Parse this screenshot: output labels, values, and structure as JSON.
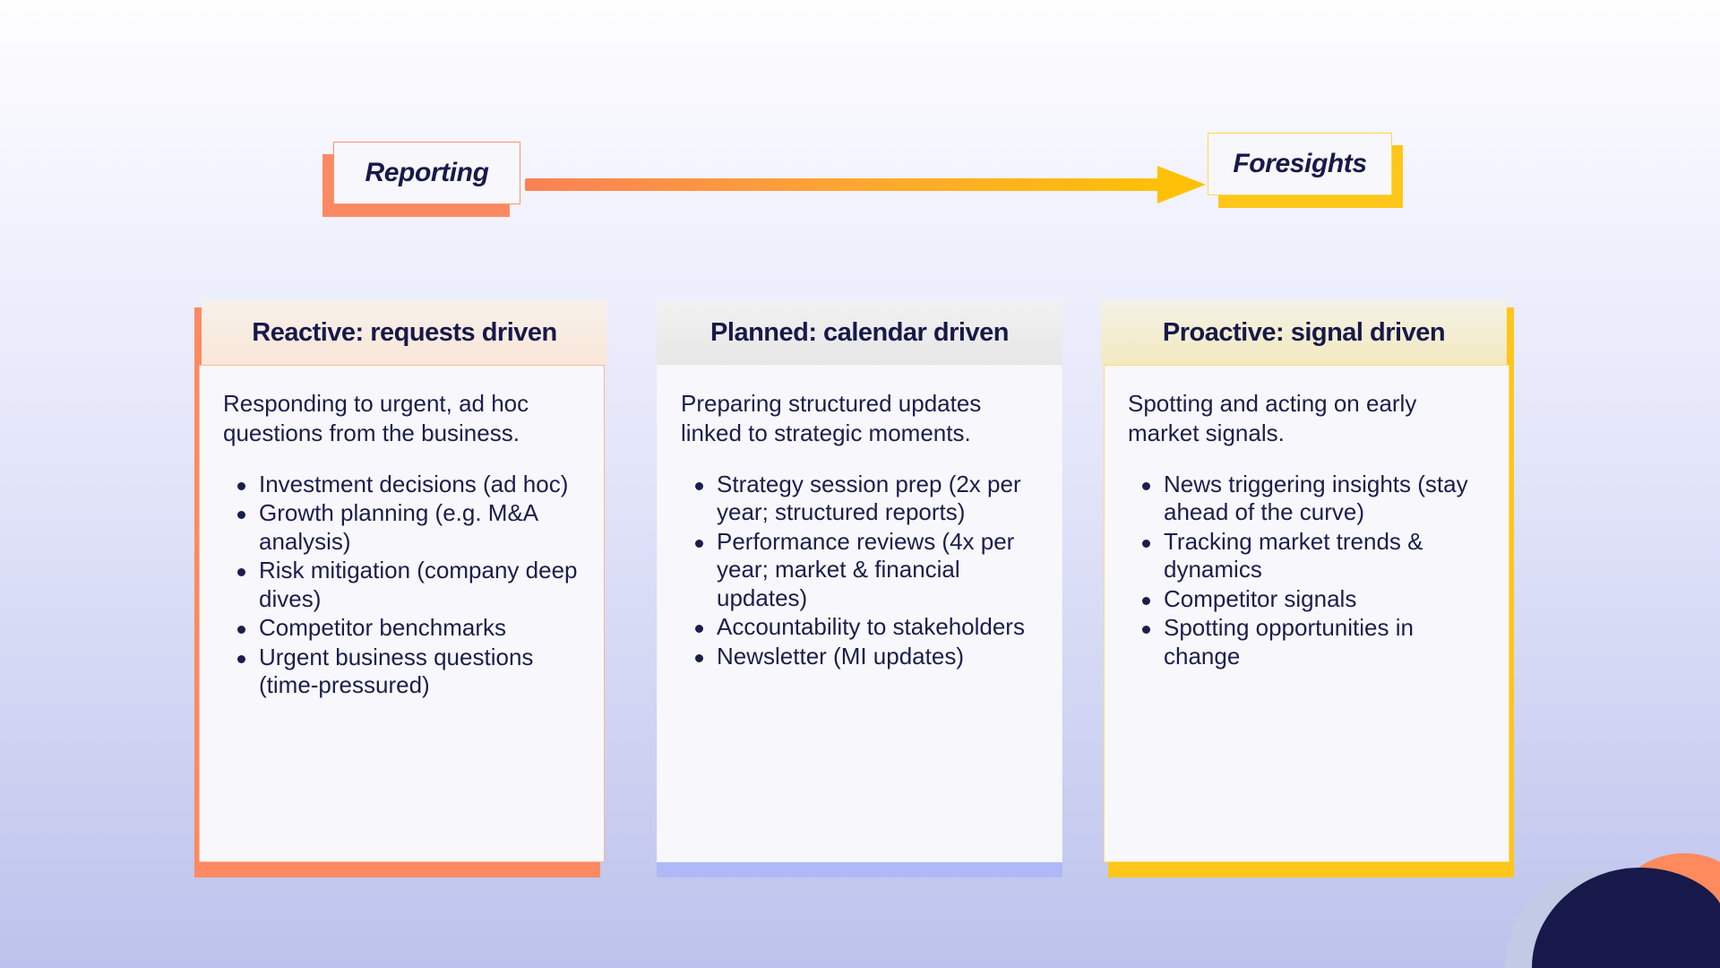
{
  "theme": {
    "navy": "#17194A",
    "text_navy": "#1B1E4B",
    "coral": "#FB8A62",
    "coral_border": "#FA9470",
    "yellow": "#FFC61A",
    "yellow_border": "#FFD556",
    "periwinkle": "#AFB8F8",
    "card_surface": "#F8F8FC",
    "background_top": "#FEFEFF",
    "background_bottom": "#BCC2EC"
  },
  "spectrum": {
    "left_label": "Reporting",
    "right_label": "Foresights",
    "arrow_from_color": "#FA8157",
    "arrow_to_color": "#FFC107"
  },
  "cards": [
    {
      "title": "Reactive: requests driven",
      "description": "Responding to urgent, ad hoc questions from the business.",
      "accent": "#FB8A62",
      "bullets": [
        "Investment decisions (ad hoc)",
        "Growth planning (e.g. M&A analysis)",
        "Risk mitigation (company deep dives)",
        "Competitor benchmarks",
        "Urgent business questions (time-pressured)"
      ]
    },
    {
      "title": "Planned: calendar driven",
      "description": "Preparing structured updates linked to strategic moments.",
      "accent": "#AFB8F8",
      "bullets": [
        "Strategy session prep (2x per year; structured reports)",
        "Performance reviews (4x per year; market & financial updates)",
        "Accountability to stakeholders",
        "Newsletter (MI updates)"
      ]
    },
    {
      "title": "Proactive: signal driven",
      "description": "Spotting and acting on early market signals.",
      "accent": "#FFC61A",
      "bullets": [
        "News triggering insights (stay ahead of the curve)",
        "Tracking market trends & dynamics",
        "Competitor signals",
        "Spotting opportunities in change"
      ]
    }
  ],
  "decoration": {
    "corner_blob_colors": [
      "#FF8A5E",
      "#C3CAE6",
      "#17194A"
    ]
  }
}
